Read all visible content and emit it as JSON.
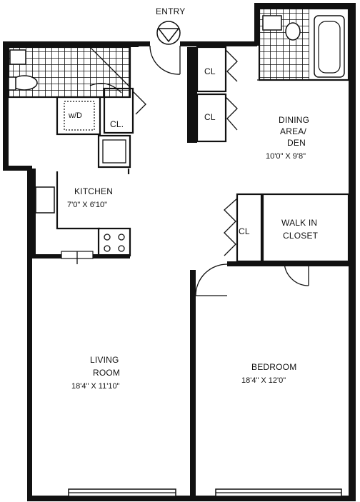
{
  "entry_label": "ENTRY",
  "rooms": {
    "living": {
      "name_line1": "LIVING",
      "name_line2": "ROOM",
      "dims": "18'4\" X 11'10\""
    },
    "bedroom": {
      "name": "BEDROOM",
      "dims": "18'4\" X 12'0\""
    },
    "kitchen": {
      "name": "KITCHEN",
      "dims": "7'0\" X 6'10\""
    },
    "dining": {
      "name_line1": "DINING",
      "name_line2": "AREA/",
      "name_line3": "DEN",
      "dims": "10'0\" X 9'8\""
    },
    "walkin": {
      "name_line1": "WALK IN",
      "name_line2": "CLOSET"
    }
  },
  "closets": {
    "cl_1": "CL",
    "cl_2": "CL",
    "cl_3": "CL.",
    "cl_4": "CL"
  },
  "washer_dryer": "w/D"
}
